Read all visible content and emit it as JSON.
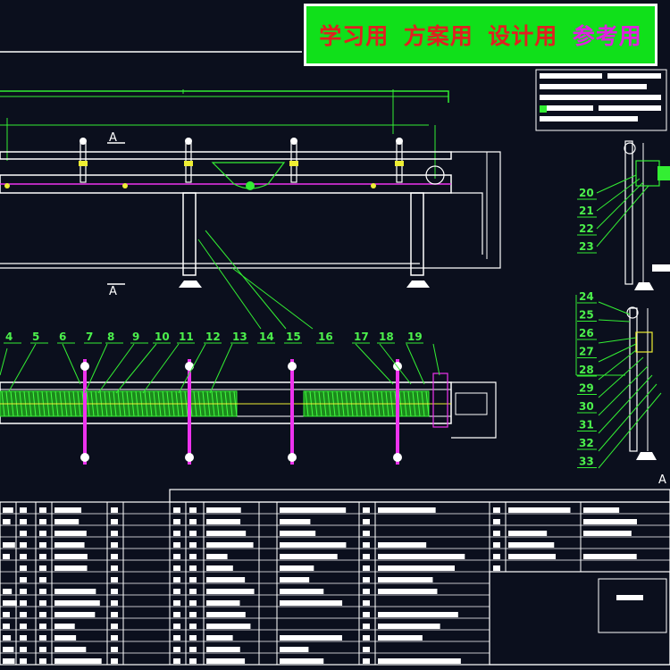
{
  "banner": {
    "items": [
      {
        "text": "学习用",
        "color": "#e02020"
      },
      {
        "text": "方案用",
        "color": "#e02020"
      },
      {
        "text": "设计用",
        "color": "#e02020"
      },
      {
        "text": "参考用",
        "color": "#e020e0"
      }
    ]
  },
  "section_marks": [
    "A",
    "A",
    "A"
  ],
  "callouts_plan": [
    "4",
    "5",
    "6",
    "7",
    "8",
    "9",
    "10",
    "11",
    "12",
    "13",
    "14",
    "15",
    "16",
    "17",
    "18",
    "19"
  ],
  "callouts_side_upper": [
    "20",
    "21",
    "22",
    "23"
  ],
  "callouts_side_lower": [
    "24",
    "25",
    "26",
    "27",
    "28",
    "29",
    "30",
    "31",
    "32",
    "33"
  ],
  "colors": {
    "background": "#0b0f1d",
    "line_white": "#ffffff",
    "line_green": "#33ee33",
    "line_magenta": "#ee33ee",
    "line_yellow": "#eeee33"
  }
}
